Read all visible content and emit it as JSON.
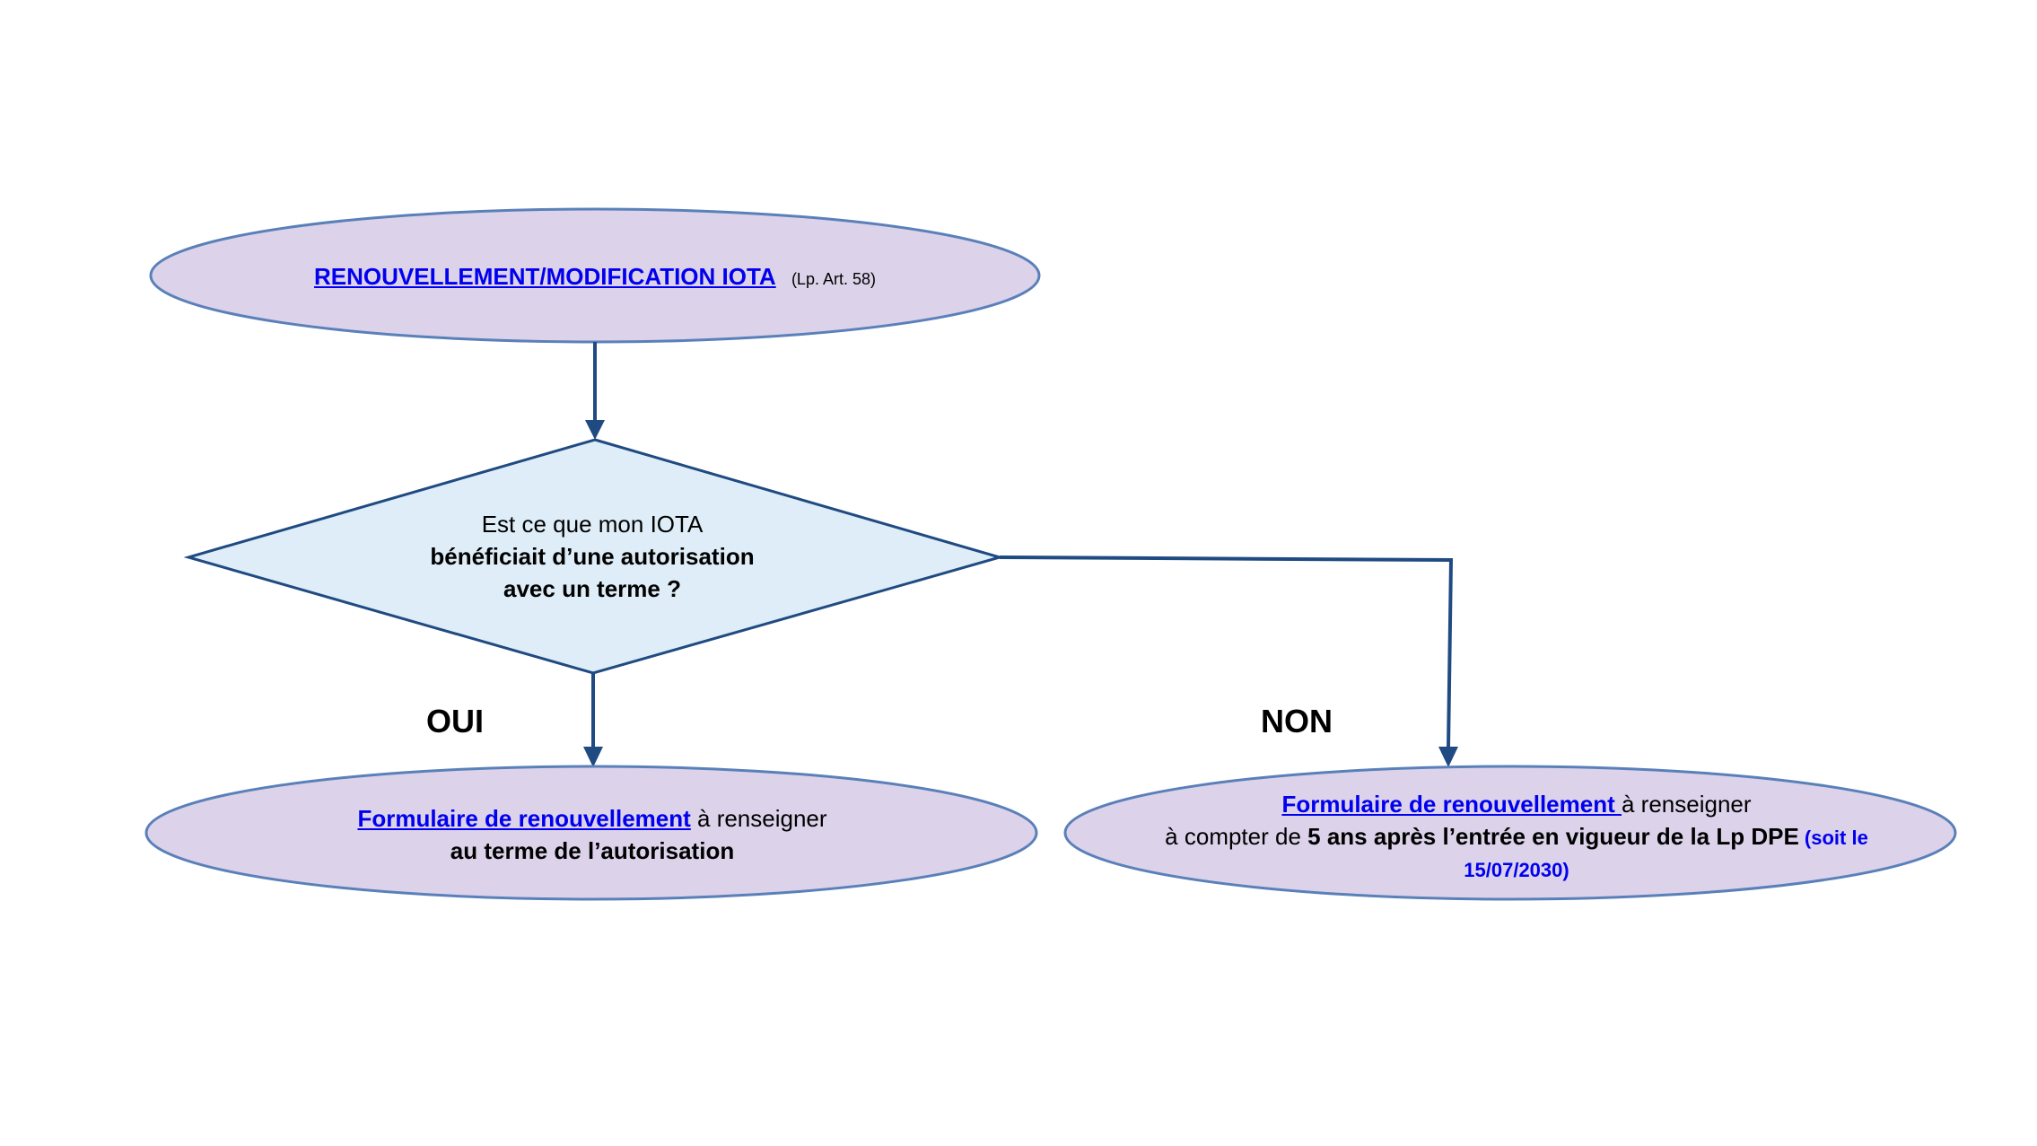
{
  "colors": {
    "ellipse_fill": "#dcd2ea",
    "diamond_fill": "#deedf7",
    "outline": "#5a80b9",
    "arrow": "#1f4a82",
    "link": "#0000ee"
  },
  "start": {
    "link_text": "RENOUVELLEMENT/MODIFICATION IOTA",
    "reference": "(Lp. Art. 58)"
  },
  "decision": {
    "line1": "Est ce que mon IOTA",
    "line2": "bénéficiait d’une autorisation",
    "line3": "avec un terme ?"
  },
  "branches": {
    "yes_label": "OUI",
    "no_label": "NON"
  },
  "result_yes": {
    "link_text": "Formulaire de renouvellement",
    "text_after_link": " à renseigner",
    "line2": "au terme de l’autorisation"
  },
  "result_no": {
    "link_text": "Formulaire de renouvellement ",
    "text_after_link": "à renseigner",
    "line2_prefix": "à compter de ",
    "line2_bold": "5 ans après l’entrée en vigueur de la Lp DPE",
    "line2_date_part1": " (soit le",
    "line3_date_part2": "15/07/2030)"
  }
}
